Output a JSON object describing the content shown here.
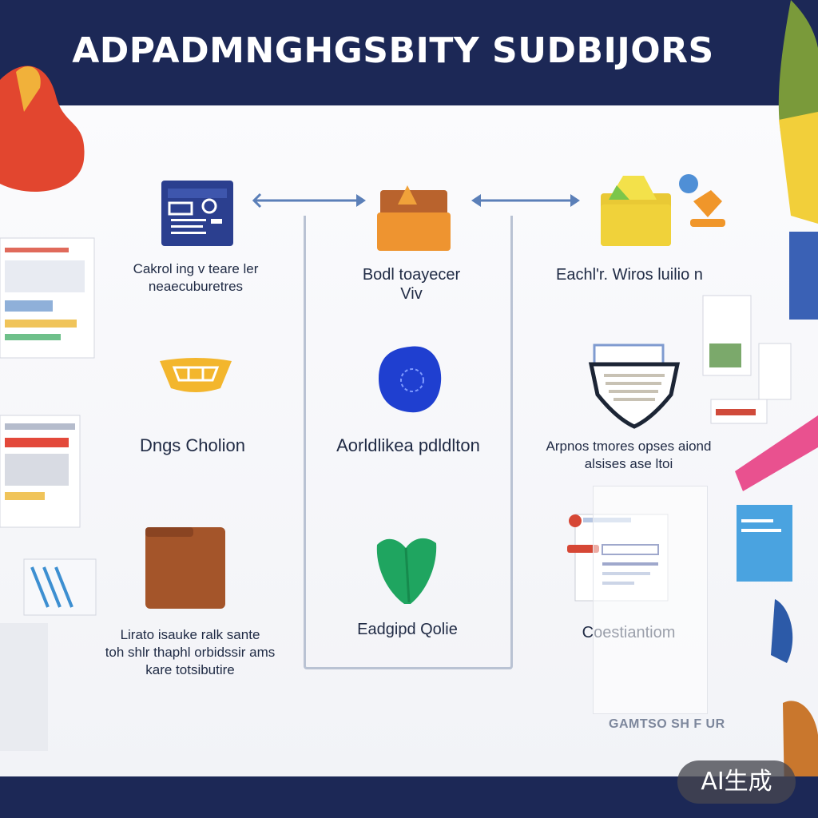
{
  "header": {
    "title": "ADPADMNGHGSBITY SUDBIJORS",
    "background": "#1c2856"
  },
  "nodes": [
    {
      "id": "report",
      "icon": "report-document-icon",
      "label_lines": [
        "Cakrol ing v teare ler",
        "neaecuburetres"
      ]
    },
    {
      "id": "folder",
      "icon": "orange-folder-icon",
      "label_lines": [
        "Bodl toayecer",
        "Viv"
      ]
    },
    {
      "id": "yellow-folder",
      "icon": "yellow-folder-icon",
      "label_lines": [
        "Eachl'r. Wiros luilio n"
      ]
    },
    {
      "id": "chalice",
      "icon": "yellow-tray-icon",
      "label_lines": [
        "Dngs Cholion"
      ]
    },
    {
      "id": "blue-apple",
      "icon": "blue-apple-icon",
      "label_lines": [
        "Aorldlikea pdldlton"
      ]
    },
    {
      "id": "shield",
      "icon": "shield-document-icon",
      "label_lines": [
        "Arpnos tmores opses aiond",
        "alsises ase ltoi"
      ]
    },
    {
      "id": "brown-folder",
      "icon": "brown-folder-icon",
      "label_lines": [
        "Lirato isauke ralk sante",
        "toh shlr thaphl orbidssir ams",
        "kare totsibutire"
      ]
    },
    {
      "id": "green-leaf",
      "icon": "green-leaf-icon",
      "label_lines": [
        "Eadgipd Qolie"
      ]
    },
    {
      "id": "form",
      "icon": "form-window-icon",
      "label_lines": [
        "Coestiantiom"
      ]
    }
  ],
  "stamp": "GAMTSO SH F UR",
  "badge": "AI生成",
  "colors": {
    "navy": "#1c2856",
    "report_blue": "#2b3f8f",
    "orange": "#e98b2a",
    "yellow": "#f0d23a",
    "blue": "#1f3fd0",
    "green": "#1fa560",
    "brown": "#a4552a",
    "arrow": "#5b7fb8"
  }
}
